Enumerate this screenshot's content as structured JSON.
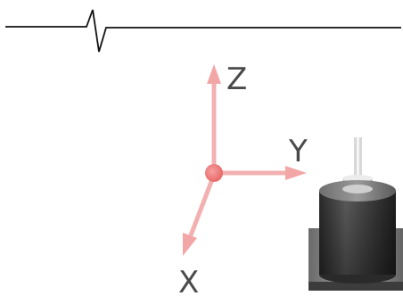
{
  "signal": {
    "icon": "signal-spike-icon",
    "color": "#111111"
  },
  "axes": {
    "x_label": "X",
    "y_label": "Y",
    "z_label": "Z",
    "arrow_color": "#f3a6a6",
    "origin_color": "#ef7f7f",
    "label_color": "#4a4a4a"
  },
  "sensor": {
    "icon": "accelerometer-sensor-icon",
    "body_color": "#3a3a3a",
    "base_color": "#7a7a7a",
    "cap_color": "#cfcfcf"
  }
}
